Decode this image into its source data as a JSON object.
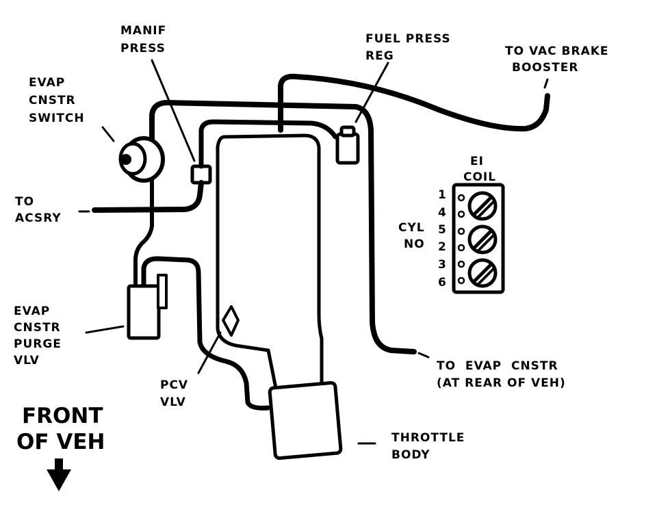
{
  "labels": {
    "manif_press": [
      "MANIF",
      "PRESS"
    ],
    "fuel_press_reg": [
      "FUEL PRESS",
      "REG"
    ],
    "to_vac_brake_booster": [
      "TO VAC BRAKE",
      "BOOSTER"
    ],
    "evap_cnstr_switch": [
      "EVAP",
      "CNSTR",
      "SWITCH"
    ],
    "to_acsry": [
      "TO",
      "ACSRY"
    ],
    "ei_coil": [
      "EI",
      "COIL"
    ],
    "cyl_no": [
      "CYL",
      "NO"
    ],
    "cyl_numbers": [
      "1",
      "4",
      "5",
      "2",
      "3",
      "6"
    ],
    "evap_cnstr_purge_vlv": [
      "EVAP",
      "CNSTR",
      "PURGE",
      "VLV"
    ],
    "pcv_vlv": [
      "PCV",
      "VLV"
    ],
    "to_evap_cnstr": [
      "TO  EVAP  CNSTR",
      "(AT REAR OF VEH)"
    ],
    "throttle_body": [
      "THROTTLE",
      "BODY"
    ],
    "front_of_veh": [
      "FRONT",
      "OF VEH"
    ]
  }
}
